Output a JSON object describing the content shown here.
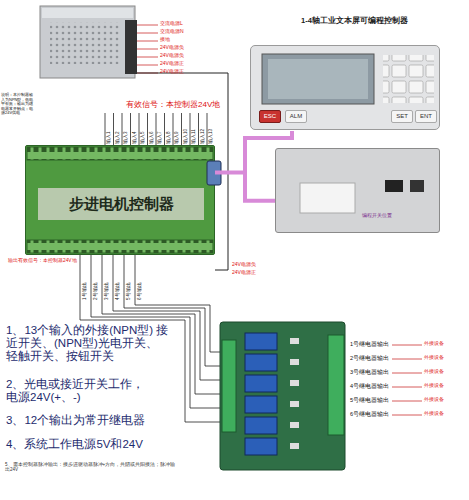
{
  "diagram": {
    "nodes": [
      {
        "text": [
          "1-4轴工业文本屏可编程控制器"
        ]
      },
      {
        "text": [
          "ESC"
        ],
        "in": 0
      },
      {
        "text": [
          "ALM"
        ],
        "in": 0
      },
      {
        "text": [
          "SET"
        ],
        "in": 0
      },
      {
        "text": [
          "ENT"
        ],
        "in": 0
      },
      {
        "text": [
          "步进电机控制器"
        ]
      },
      {
        "text": [
          "编程开关位置"
        ]
      }
    ],
    "edges": [
      {
        "from": 5,
        "to": 6,
        "arrow": "none"
      }
    ],
    "labels": [
      "交流电源L",
      "交流电源N",
      "接地",
      "24V电源负",
      "24V电源负",
      "24V电源正",
      "24V电源正",
      "说明：本控制器输入为NPN型，低电平有效；输出为继电器常开触点；电源24V供电",
      "有效信号：本控制器24V地",
      "输入1",
      "输入2",
      "输入3",
      "输入4",
      "输入5",
      "输入6",
      "输入7",
      "输入8",
      "输入9",
      "输入10",
      "输入11",
      "输入12",
      "输入13",
      "输出有效信号：本控制器24V地",
      "1号输出",
      "2号输出",
      "3号输出",
      "4号输出",
      "5号输出",
      "6号输出",
      "24V电源负",
      "24V电源正",
      "1号继电器输出",
      "2号继电器输出",
      "3号继电器输出",
      "4号继电器输出",
      "5号继电器输出",
      "6号继电器输出",
      "外接设备",
      "外接设备",
      "外接设备",
      "外接设备",
      "外接设备",
      "外接设备",
      "1、13个输入的外接(NPN型) 接近开关、(NPN型)光电开关、 轻触开关、按钮开关",
      "2、光电或接近开关工作， 电源24V(+、-)",
      "3、12个输出为常开继电器",
      "4、系统工作电源5V和24V",
      "5、需本控制器脉冲输出：接步进驱动器脉冲+方向，共阴或共阳接法；脉冲输出24V"
    ]
  }
}
